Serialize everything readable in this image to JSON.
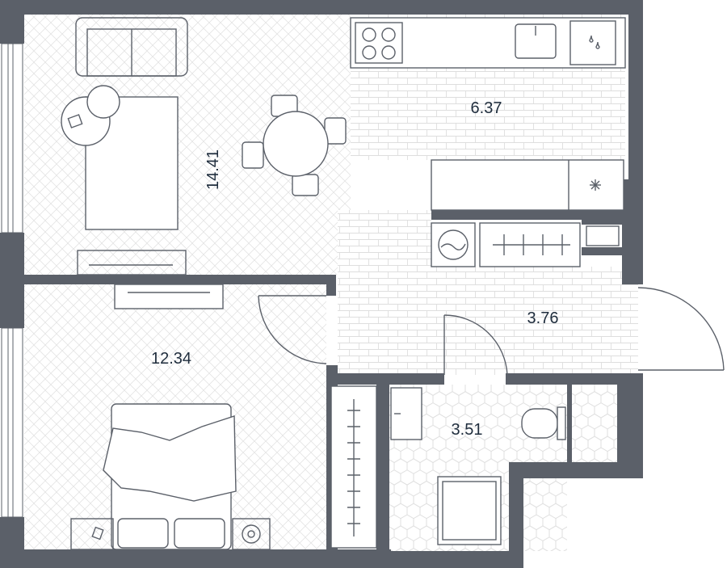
{
  "plan": {
    "colors": {
      "wall": "#5b6069",
      "line": "#5b6069",
      "floor_wood": "#f2f2f2",
      "floor_tile": "#e9e9e9",
      "label": "#1f2d3d"
    },
    "rooms": [
      {
        "id": "living-room",
        "area": "14.41"
      },
      {
        "id": "kitchen",
        "area": "6.37"
      },
      {
        "id": "hallway",
        "area": "3.76"
      },
      {
        "id": "bedroom",
        "area": "12.34"
      },
      {
        "id": "bathroom",
        "area": "3.51"
      }
    ]
  }
}
